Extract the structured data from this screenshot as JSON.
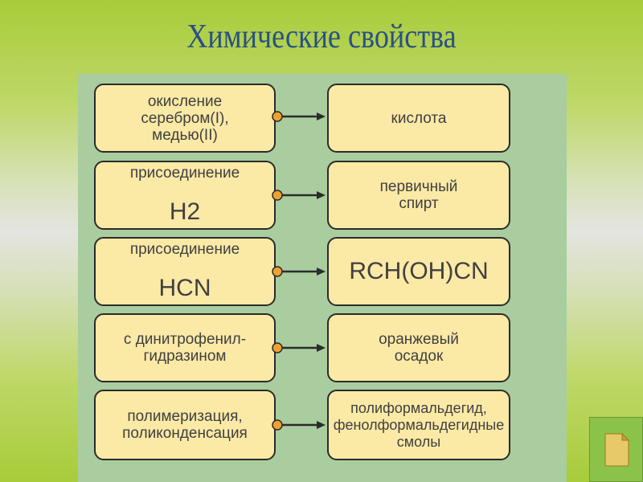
{
  "title": "Химические свойства",
  "rows": [
    {
      "left": "окисление\nсеребром(I),\nмедью(II)",
      "right": "кислота"
    },
    {
      "left": "присоединение",
      "left_formula": "H2",
      "right": "первичный\nспирт"
    },
    {
      "left": "присоединение",
      "left_formula": "HCN",
      "right": "RCH(OH)CN"
    },
    {
      "left": "с динитрофенил-\nгидразином",
      "right": "оранжевый\nосадок"
    },
    {
      "left": "полимеризация,\nполиконденсация",
      "right": "полиформальдегид,\nфенолформальдегидные\nсмолы"
    }
  ],
  "colors": {
    "box_fill": "#fbe9a6",
    "panel_fill": "#a9cd9e",
    "connector_dot": "#f0a030",
    "title": "#2a4f86"
  },
  "nav": {
    "icon": "page-icon"
  }
}
